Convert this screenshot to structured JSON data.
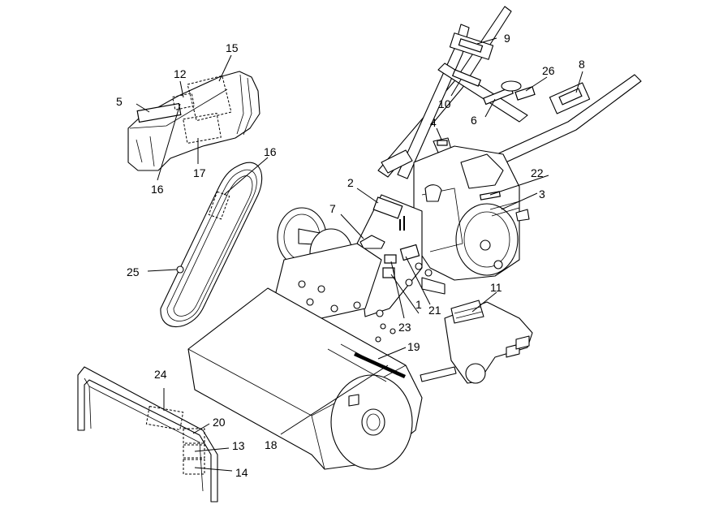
{
  "callouts": [
    {
      "id": "c1",
      "text": "1"
    },
    {
      "id": "c2",
      "text": "2"
    },
    {
      "id": "c3",
      "text": "3"
    },
    {
      "id": "c4",
      "text": "4"
    },
    {
      "id": "c5",
      "text": "5"
    },
    {
      "id": "c6",
      "text": "6"
    },
    {
      "id": "c7",
      "text": "7"
    },
    {
      "id": "c8",
      "text": "8"
    },
    {
      "id": "c9",
      "text": "9"
    },
    {
      "id": "c10",
      "text": "10"
    },
    {
      "id": "c11",
      "text": "11"
    },
    {
      "id": "c12",
      "text": "12"
    },
    {
      "id": "c13",
      "text": "13"
    },
    {
      "id": "c14",
      "text": "14"
    },
    {
      "id": "c15",
      "text": "15"
    },
    {
      "id": "c16a",
      "text": "16"
    },
    {
      "id": "c16b",
      "text": "16"
    },
    {
      "id": "c17",
      "text": "17"
    },
    {
      "id": "c18",
      "text": "18"
    },
    {
      "id": "c19",
      "text": "19"
    },
    {
      "id": "c20",
      "text": "20"
    },
    {
      "id": "c21",
      "text": "21"
    },
    {
      "id": "c22",
      "text": "22"
    },
    {
      "id": "c23",
      "text": "23"
    },
    {
      "id": "c24",
      "text": "24"
    },
    {
      "id": "c25",
      "text": "25"
    },
    {
      "id": "c26",
      "text": "26"
    }
  ]
}
